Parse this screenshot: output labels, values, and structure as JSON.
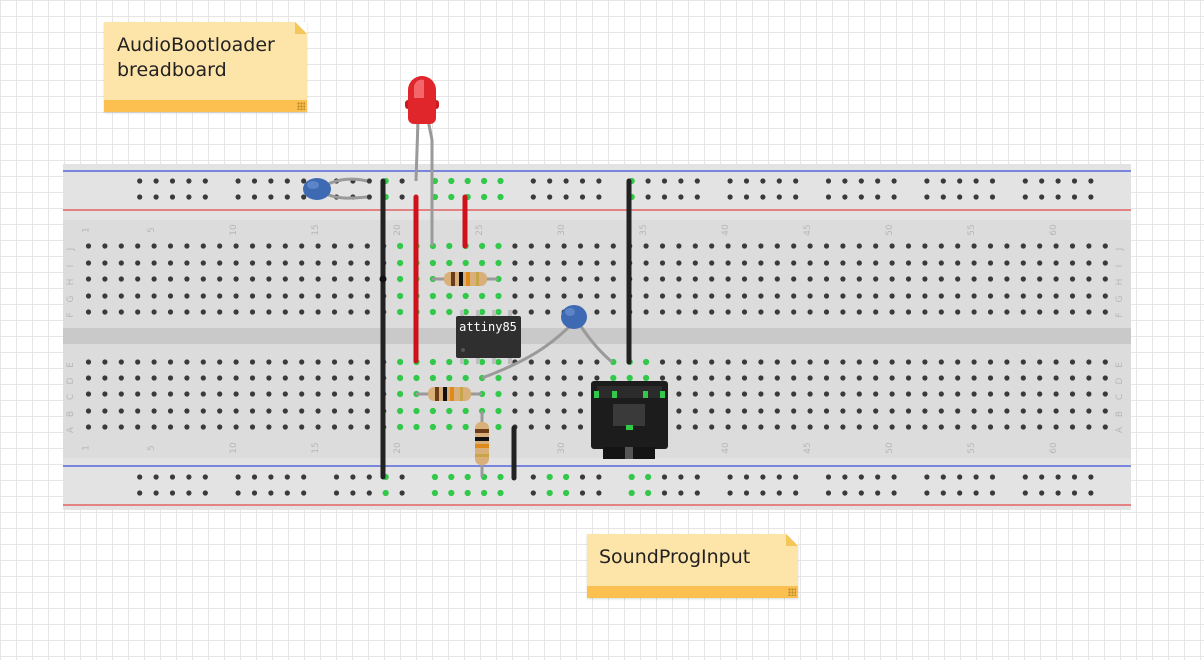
{
  "notes": {
    "title_line1": "AudioBootloader",
    "title_line2": "breadboard",
    "jack_label": "SoundProgInput"
  },
  "chip": {
    "label": "attiny85"
  },
  "breadboard": {
    "column_numbers": [
      "1",
      "5",
      "10",
      "15",
      "20",
      "25",
      "30",
      "35",
      "40",
      "45",
      "50",
      "55",
      "60"
    ],
    "row_letters_top": [
      "J",
      "I",
      "H",
      "G",
      "F"
    ],
    "row_letters_bottom": [
      "E",
      "D",
      "C",
      "B",
      "A"
    ]
  },
  "components": [
    {
      "name": "led",
      "color": "red"
    },
    {
      "name": "ceramic-capacitor-1"
    },
    {
      "name": "ceramic-capacitor-2"
    },
    {
      "name": "resistor-1"
    },
    {
      "name": "resistor-2"
    },
    {
      "name": "resistor-3"
    },
    {
      "name": "audio-jack"
    }
  ],
  "colors": {
    "wire_black": "#222222",
    "wire_red": "#d0111b",
    "rail_blue": "#3b4ed8",
    "rail_red": "#e24848",
    "hole_connected": "#32c84a",
    "capacitor_blue": "#3d6ab3",
    "led_red": "#e0252b"
  }
}
